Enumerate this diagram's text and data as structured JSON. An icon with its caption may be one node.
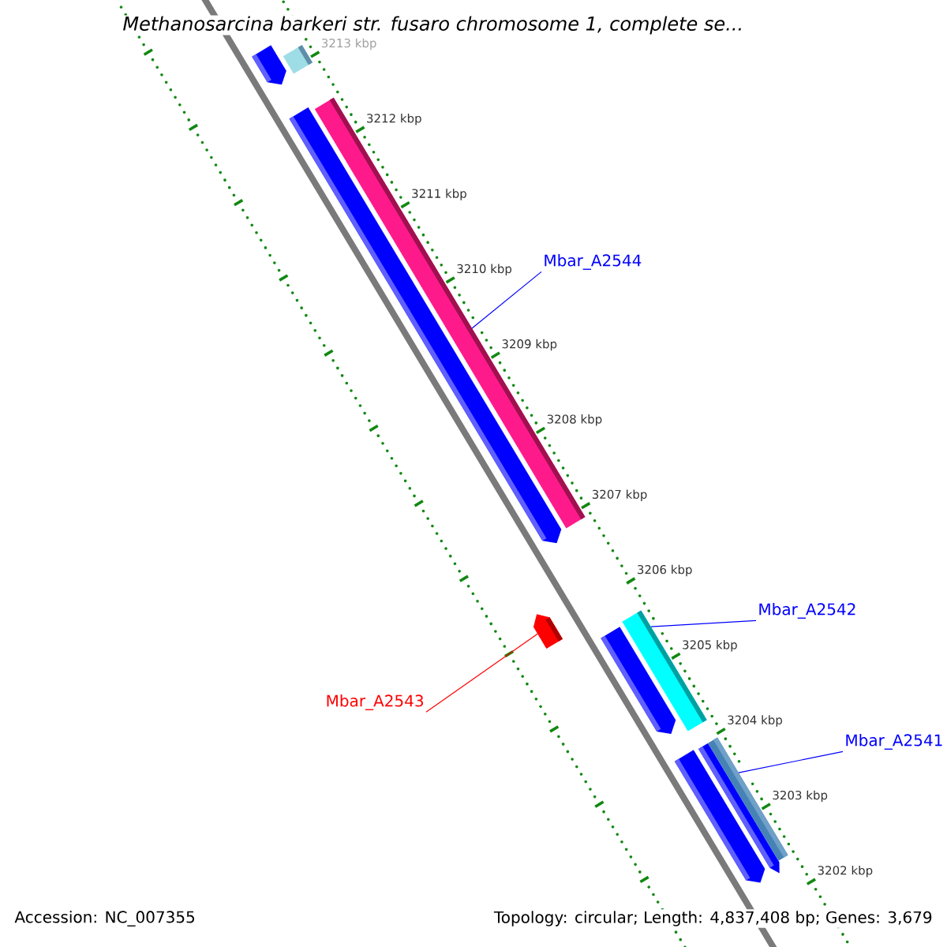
{
  "diagram": {
    "title": "Methanosarcina barkeri str. fusaro chromosome 1, complete se...",
    "nodes": [
      {
        "text": [],
        "shape": "bar"
      },
      {
        "text": [],
        "shape": "bar"
      },
      {
        "text": [],
        "shape": "bar"
      },
      {
        "text": [],
        "shape": "bar"
      },
      {
        "text": [
          "Mbar_A2544"
        ]
      },
      {
        "text": [
          "Mbar_A2542"
        ]
      },
      {
        "text": [],
        "shape": "bar"
      },
      {
        "text": [],
        "shape": "bar"
      },
      {
        "text": [],
        "shape": "bar"
      },
      {
        "text": [
          "Mbar_A2543"
        ]
      },
      {
        "text": [
          "Mbar_A2541"
        ]
      },
      {
        "text": [],
        "shape": "bar"
      },
      {
        "text": [],
        "shape": "bar"
      },
      {
        "text": [],
        "shape": "bar"
      }
    ],
    "edges": [
      {
        "from": 4,
        "to": 3,
        "arrow": "none"
      },
      {
        "from": 5,
        "to": 6,
        "arrow": "none"
      },
      {
        "from": 9,
        "to": 7,
        "arrow": "none",
        "color": "#ff0000"
      },
      {
        "from": 10,
        "to": 13,
        "arrow": "none"
      }
    ],
    "labels": [
      "3213 kbp",
      "3212 kbp",
      "3211 kbp",
      "3210 kbp",
      "3209 kbp",
      "3208 kbp",
      "3207 kbp",
      "3206 kbp",
      "3205 kbp",
      "3204 kbp",
      "3203 kbp",
      "3202 kbp",
      "Accession: NC_007355",
      "Topology: circular; Length: 4,837,408 bp; Genes: 3,679"
    ]
  }
}
